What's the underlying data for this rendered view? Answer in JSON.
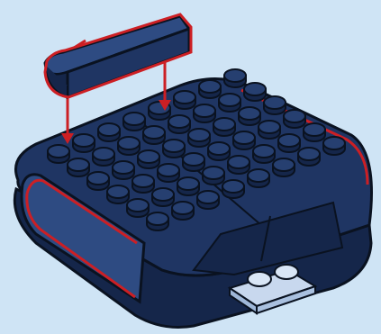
{
  "scene": {
    "description_icon": "lego-build-step-icon",
    "colors": {
      "background": "#cfe4f5",
      "brick": "#1f3563",
      "brick_dark": "#15264a",
      "brick_light": "#2e4b82",
      "outline": "#0a1220",
      "highlight": "#cc1f24",
      "tile_light": "#c8d8ee",
      "tile_stud": "#9fb7d8"
    },
    "callout": {
      "arrow_count": 2,
      "piece_name": "1x4-slope-brick"
    },
    "studs": {
      "dark_rows": 6,
      "dark_cols": 8,
      "light_tile_studs": 2
    }
  }
}
